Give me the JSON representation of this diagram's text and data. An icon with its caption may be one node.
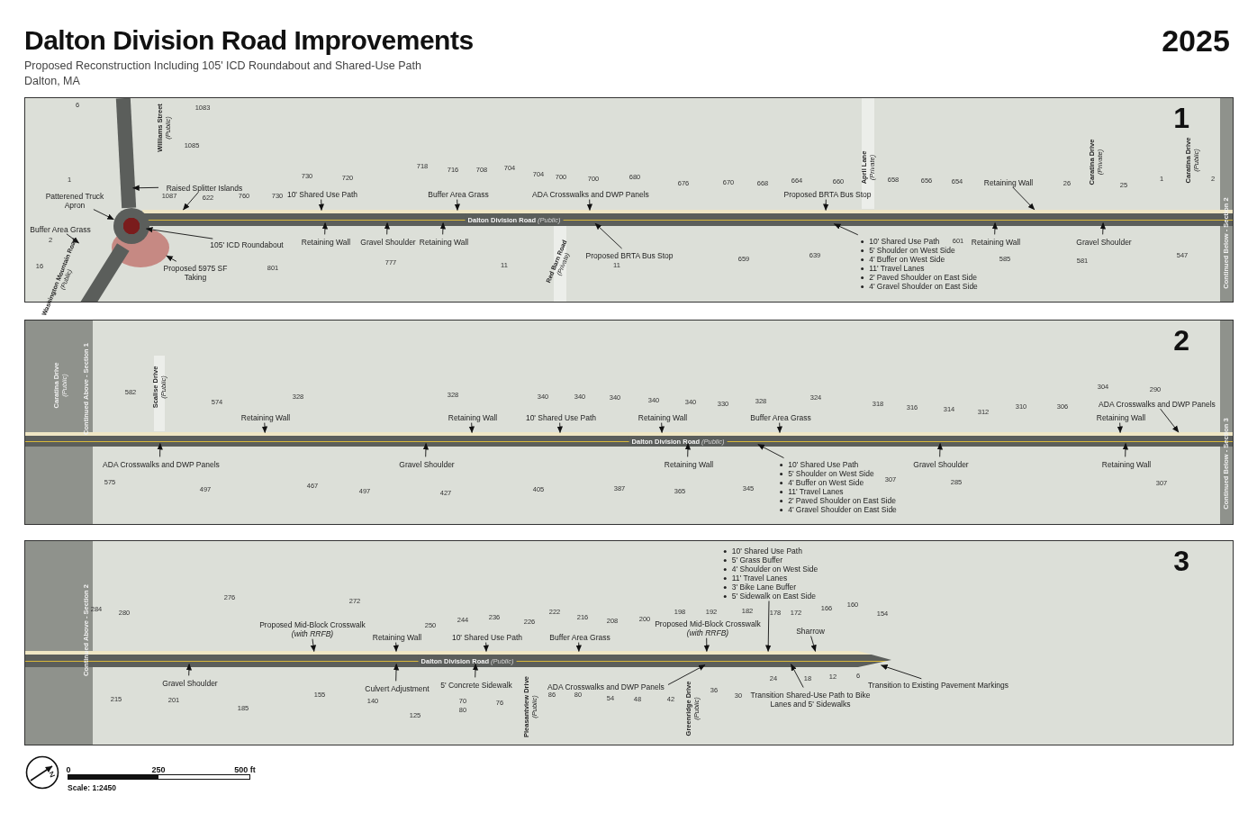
{
  "diagram": {
    "title": "Dalton Division Road Improvements",
    "nodes": [
      {
        "text": [
          "1"
        ]
      },
      {
        "text": [
          "Raised Splitter Islands"
        ],
        "in": 0
      },
      {
        "text": [
          "Patterened Truck Apron"
        ],
        "in": 0
      },
      {
        "text": [
          "Buffer Area Grass"
        ],
        "in": 0
      },
      {
        "text": [
          "105' ICD Roundabout"
        ],
        "in": 0
      },
      {
        "text": [
          "Proposed 5975 SF Taking"
        ],
        "in": 0
      },
      {
        "text": [
          "10' Shared Use Path"
        ],
        "in": 0
      },
      {
        "text": [
          "Buffer Area Grass"
        ],
        "in": 0
      },
      {
        "text": [
          "ADA Crosswalks and DWP Panels"
        ],
        "in": 0
      },
      {
        "text": [
          "Retaining Wall"
        ],
        "in": 0
      },
      {
        "text": [
          "Gravel Shoulder"
        ],
        "in": 0
      },
      {
        "text": [
          "Retaining Wall"
        ],
        "in": 0
      },
      {
        "text": [
          "Proposed BRTA Bus Stop"
        ],
        "in": 0
      },
      {
        "text": [
          "Proposed BRTA Bus Stop"
        ],
        "in": 0
      },
      {
        "text": [
          "10' Shared Use Path",
          "5' Shoulder on West Side",
          "4' Buffer on West Side",
          "11' Travel Lanes",
          "2' Paved Shoulder on East Side",
          "4' Gravel Shoulder on East Side"
        ],
        "in": 0
      },
      {
        "text": [
          "Retaining Wall"
        ],
        "in": 0
      },
      {
        "text": [
          "Retaining Wall"
        ],
        "in": 0
      },
      {
        "text": [
          "Gravel Shoulder"
        ],
        "in": 0
      },
      {
        "text": [
          "2"
        ]
      },
      {
        "text": [
          "Retaining Wall"
        ],
        "in": 18
      },
      {
        "text": [
          "ADA Crosswalks and DWP Panels"
        ],
        "in": 18
      },
      {
        "text": [
          "Retaining Wall"
        ],
        "in": 18
      },
      {
        "text": [
          "Gravel Shoulder"
        ],
        "in": 18
      },
      {
        "text": [
          "10' Shared Use Path"
        ],
        "in": 18
      },
      {
        "text": [
          "Retaining Wall"
        ],
        "in": 18
      },
      {
        "text": [
          "Retaining Wall"
        ],
        "in": 18
      },
      {
        "text": [
          "Buffer Area Grass"
        ],
        "in": 18
      },
      {
        "text": [
          "10' Shared Use Path",
          "5' Shoulder on West Side",
          "4' Buffer on West Side",
          "11' Travel Lanes",
          "2' Paved Shoulder on East Side",
          "4' Gravel Shoulder on East Side"
        ],
        "in": 18
      },
      {
        "text": [
          "Gravel Shoulder"
        ],
        "in": 18
      },
      {
        "text": [
          "Retaining Wall"
        ],
        "in": 18
      },
      {
        "text": [
          "ADA Crosswalks and DWP Panels"
        ],
        "in": 18
      },
      {
        "text": [
          "Retaining Wall"
        ],
        "in": 18
      },
      {
        "text": [
          "3"
        ]
      },
      {
        "text": [
          "Proposed Mid-Block Crosswalk *(with RRFB)*"
        ],
        "in": 32
      },
      {
        "text": [
          "Gravel Shoulder"
        ],
        "in": 32
      },
      {
        "text": [
          "Retaining Wall"
        ],
        "in": 32
      },
      {
        "text": [
          "10' Shared Use Path"
        ],
        "in": 32
      },
      {
        "text": [
          "Culvert Adjustment"
        ],
        "in": 32
      },
      {
        "text": [
          "5' Concrete Sidewalk"
        ],
        "in": 32
      },
      {
        "text": [
          "Buffer Area Grass"
        ],
        "in": 32
      },
      {
        "text": [
          "ADA Crosswalks and DWP Panels"
        ],
        "in": 32
      },
      {
        "text": [
          "Proposed Mid-Block Crosswalk *(with RRFB)*"
        ],
        "in": 32
      },
      {
        "text": [
          "10' Shared Use Path",
          "5' Grass Buffer",
          "4' Shoulder on West Side",
          "11' Travel Lanes",
          "3' Bike Lane Buffer",
          "5' Sidewalk on East Side"
        ],
        "in": 32
      },
      {
        "text": [
          "Sharrow"
        ],
        "in": 32
      },
      {
        "text": [
          "Transition Shared-Use Path to Bike Lanes and 5' Sidewalks"
        ],
        "in": 32
      },
      {
        "text": [
          "Transition to Existing Pavement Markings"
        ],
        "in": 32
      },
      {
        "text": [
          "Dalton Division Road *(Public)*"
        ],
        "in": 0
      },
      {
        "text": [],
        "shape": "circle",
        "in": 0
      },
      {
        "text": [],
        "shape": "bar",
        "in": 0
      },
      {
        "text": [],
        "shape": "bar",
        "in": 0
      },
      {
        "text": [],
        "shape": "ellipse",
        "in": 0
      },
      {
        "text": [
          "Dalton Division Road *(Public)*"
        ],
        "in": 18
      },
      {
        "text": [
          "Dalton Division Road *(Public)*"
        ],
        "in": 32
      }
    ],
    "edges": [
      {
        "from": 1,
        "to": 48,
        "arrow": "to"
      },
      {
        "from": 1,
        "to": 46,
        "arrow": "to"
      },
      {
        "from": 2,
        "to": 47,
        "arrow": "to"
      },
      {
        "from": 3,
        "to": 49,
        "arrow": "to"
      },
      {
        "from": 4,
        "to": 47,
        "arrow": "to"
      },
      {
        "from": 5,
        "to": 50,
        "arrow": "to"
      },
      {
        "from": 6,
        "to": 46,
        "arrow": "to"
      },
      {
        "from": 7,
        "to": 46,
        "arrow": "to"
      },
      {
        "from": 8,
        "to": 46,
        "arrow": "to"
      },
      {
        "from": 9,
        "to": 46,
        "arrow": "to"
      },
      {
        "from": 10,
        "to": 46,
        "arrow": "to"
      },
      {
        "from": 11,
        "to": 46,
        "arrow": "to"
      },
      {
        "from": 12,
        "to": 46,
        "arrow": "to"
      },
      {
        "from": 13,
        "to": 46,
        "arrow": "to"
      },
      {
        "from": 14,
        "to": 46,
        "arrow": "to"
      },
      {
        "from": 15,
        "to": 46,
        "arrow": "to"
      },
      {
        "from": 16,
        "to": 46,
        "arrow": "to"
      },
      {
        "from": 17,
        "to": 46,
        "arrow": "to"
      },
      {
        "from": 19,
        "to": 51,
        "arrow": "to"
      },
      {
        "from": 20,
        "to": 51,
        "arrow": "to"
      },
      {
        "from": 21,
        "to": 51,
        "arrow": "to"
      },
      {
        "from": 22,
        "to": 51,
        "arrow": "to"
      },
      {
        "from": 23,
        "to": 51,
        "arrow": "to"
      },
      {
        "from": 24,
        "to": 51,
        "arrow": "to"
      },
      {
        "from": 25,
        "to": 51,
        "arrow": "to"
      },
      {
        "from": 26,
        "to": 51,
        "arrow": "to"
      },
      {
        "from": 27,
        "to": 51,
        "arrow": "to"
      },
      {
        "from": 28,
        "to": 51,
        "arrow": "to"
      },
      {
        "from": 29,
        "to": 51,
        "arrow": "to"
      },
      {
        "from": 30,
        "to": 51,
        "arrow": "to"
      },
      {
        "from": 31,
        "to": 51,
        "arrow": "to"
      },
      {
        "from": 33,
        "to": 52,
        "arrow": "to"
      },
      {
        "from": 34,
        "to": 52,
        "arrow": "to"
      },
      {
        "from": 35,
        "to": 52,
        "arrow": "to"
      },
      {
        "from": 36,
        "to": 52,
        "arrow": "to"
      },
      {
        "from": 37,
        "to": 52,
        "arrow": "to"
      },
      {
        "from": 38,
        "to": 52,
        "arrow": "to"
      },
      {
        "from": 39,
        "to": 52,
        "arrow": "to"
      },
      {
        "from": 40,
        "to": 52,
        "arrow": "to"
      },
      {
        "from": 41,
        "to": 52,
        "arrow": "to"
      },
      {
        "from": 42,
        "to": 52,
        "arrow": "to"
      },
      {
        "from": 43,
        "to": 52,
        "arrow": "to"
      },
      {
        "from": 44,
        "to": 52,
        "arrow": "to"
      },
      {
        "from": 45,
        "to": 52,
        "arrow": "to"
      }
    ],
    "labels": [
      "2025",
      "Proposed Reconstruction Including 105' ICD Roundabout and Shared-Use Path",
      "Dalton, MA",
      "6",
      "1083",
      "1085",
      "1",
      "Williams Street *(Public)*",
      "1087",
      "622",
      "760",
      "730",
      "730",
      "720",
      "718",
      "716",
      "708",
      "704",
      "704",
      "700",
      "700",
      "680",
      "676",
      "670",
      "668",
      "664",
      "660",
      "April Lane *(Private)*",
      "658",
      "656",
      "654",
      "26",
      "Caratina Drive *(Private)*",
      "25",
      "1",
      "Caratina Drive *(Public)*",
      "2",
      "2",
      "16",
      "Washington Mountain Road *(Public)*",
      "801",
      "777",
      "11",
      "Red Barn Road *(Private)*",
      "11",
      "659",
      "639",
      "601",
      "585",
      "581",
      "547",
      "Continued Below - Section 2",
      "Caratina Drive *(Public)*",
      "Continued Above - Section 1",
      "582",
      "Scalise Drive *(Public)*",
      "574",
      "328",
      "328",
      "340",
      "340",
      "340",
      "340",
      "340",
      "330",
      "328",
      "324",
      "318",
      "316",
      "314",
      "312",
      "310",
      "306",
      "304",
      "290",
      "575",
      "497",
      "467",
      "497",
      "427",
      "405",
      "387",
      "365",
      "345",
      "307",
      "285",
      "307",
      "Continued Below - Section 3",
      "Continued Above - Section 2",
      "284",
      "280",
      "276",
      "272",
      "250",
      "244",
      "236",
      "226",
      "222",
      "216",
      "208",
      "200",
      "198",
      "192",
      "182",
      "178",
      "172",
      "166",
      "160",
      "154",
      "215",
      "201",
      "185",
      "155",
      "140",
      "125",
      "70",
      "80",
      "76",
      "Pleasantview Drive *(Public)*",
      "86",
      "80",
      "54",
      "48",
      "42",
      "Greenridge Drive *(Public)*",
      "36",
      "30",
      "24",
      "18",
      "12",
      "6",
      "0",
      "250",
      "500 ft",
      "Scale: 1:2450"
    ]
  }
}
